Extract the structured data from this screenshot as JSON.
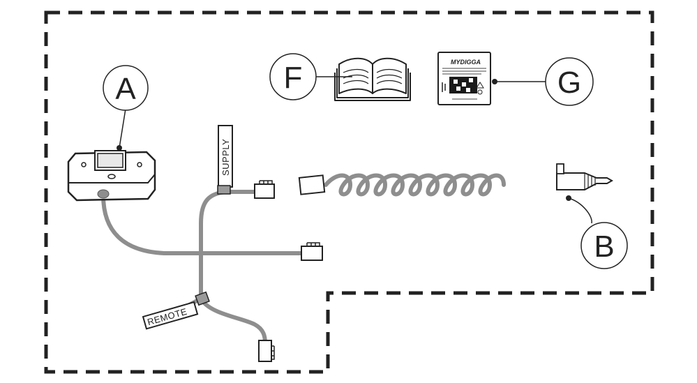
{
  "callouts": {
    "a": "A",
    "b": "B",
    "f": "F",
    "g": "G"
  },
  "tags": {
    "supply": "SUPPLY",
    "remote": "REMOTE"
  },
  "sticker": {
    "brand": "MYDIGGA"
  },
  "colors": {
    "cable": "#8e8e8e",
    "outline": "#222222",
    "boundary": "#222222"
  }
}
